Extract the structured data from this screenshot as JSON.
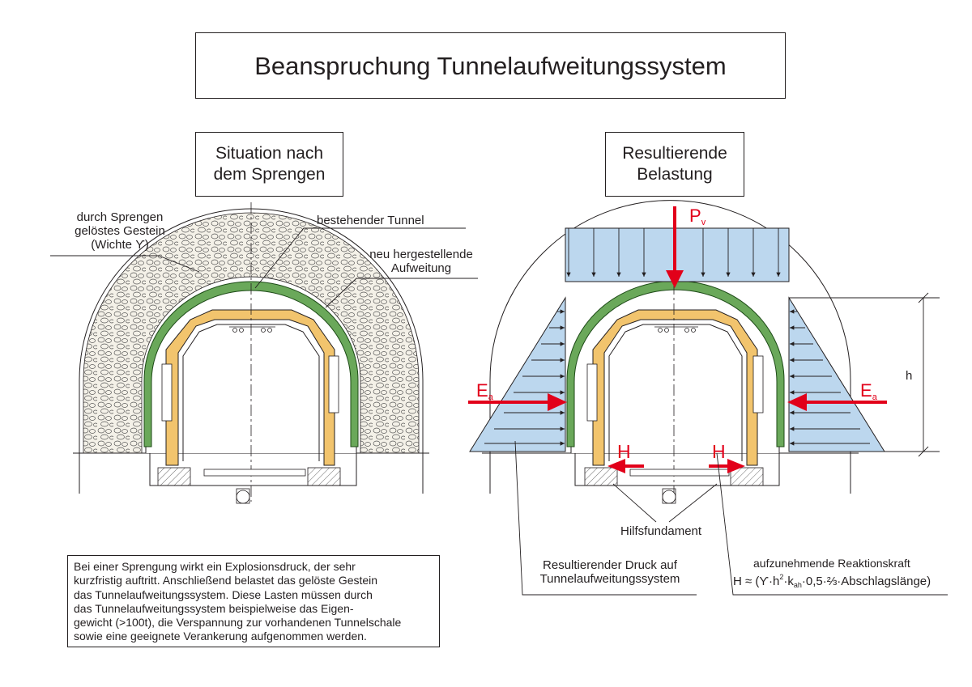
{
  "title": "Beanspruchung Tunnelaufweitungssystem",
  "left_panel": {
    "heading_line1": "Situation nach",
    "heading_line2": "dem Sprengen",
    "label_rock_1": "durch Sprengen",
    "label_rock_2": "gelöstes Gestein",
    "label_rock_3": "(Wichte",
    "label_rock_symbol": "ϒ",
    "label_rock_close": ")",
    "label_existing": "bestehender Tunnel",
    "label_new_1": "neu hergestellende",
    "label_new_2": "Aufweitung"
  },
  "right_panel": {
    "heading_line1": "Resultierende",
    "heading_line2": "Belastung",
    "pv_main": "P",
    "pv_sub": "v",
    "ea_main": "E",
    "ea_sub": "a",
    "h_force": "H",
    "h_dim": "h",
    "label_foundation": "Hilfsfundament",
    "label_pressure_1": "Resultierender Druck auf",
    "label_pressure_2": "Tunnelaufweitungssystem",
    "label_reaction_1": "aufzunehmende Reaktionskraft",
    "formula_prefix": "H ≈ (",
    "formula_gamma": "ϒ",
    "formula_h": "·h",
    "formula_exp": "2",
    "formula_k": "·k",
    "formula_ksub": "ah",
    "formula_rest": "·0,5·⅔·Abschlagslänge)"
  },
  "description": [
    "Bei einer Sprengung wirkt ein Explosionsdruck, der sehr",
    "kurzfristig auftritt. Anschließend belastet das gelöste Gestein",
    "das Tunnelaufweitungssystem. Diese Lasten müssen durch",
    "das Tunnelaufweitungssystem beispielweise das Eigen-",
    "gewicht (>100t), die Verspannung zur vorhandenen Tunnelschale",
    "sowie eine geeignete Verankerung aufgenommen werden."
  ],
  "colors": {
    "load_fill": "#bcd7ee",
    "arrow_red": "#e2001a",
    "lining_green": "#6aa85a",
    "frame_yellow": "#f2c46d",
    "rock_fill": "#f4f1e8"
  }
}
